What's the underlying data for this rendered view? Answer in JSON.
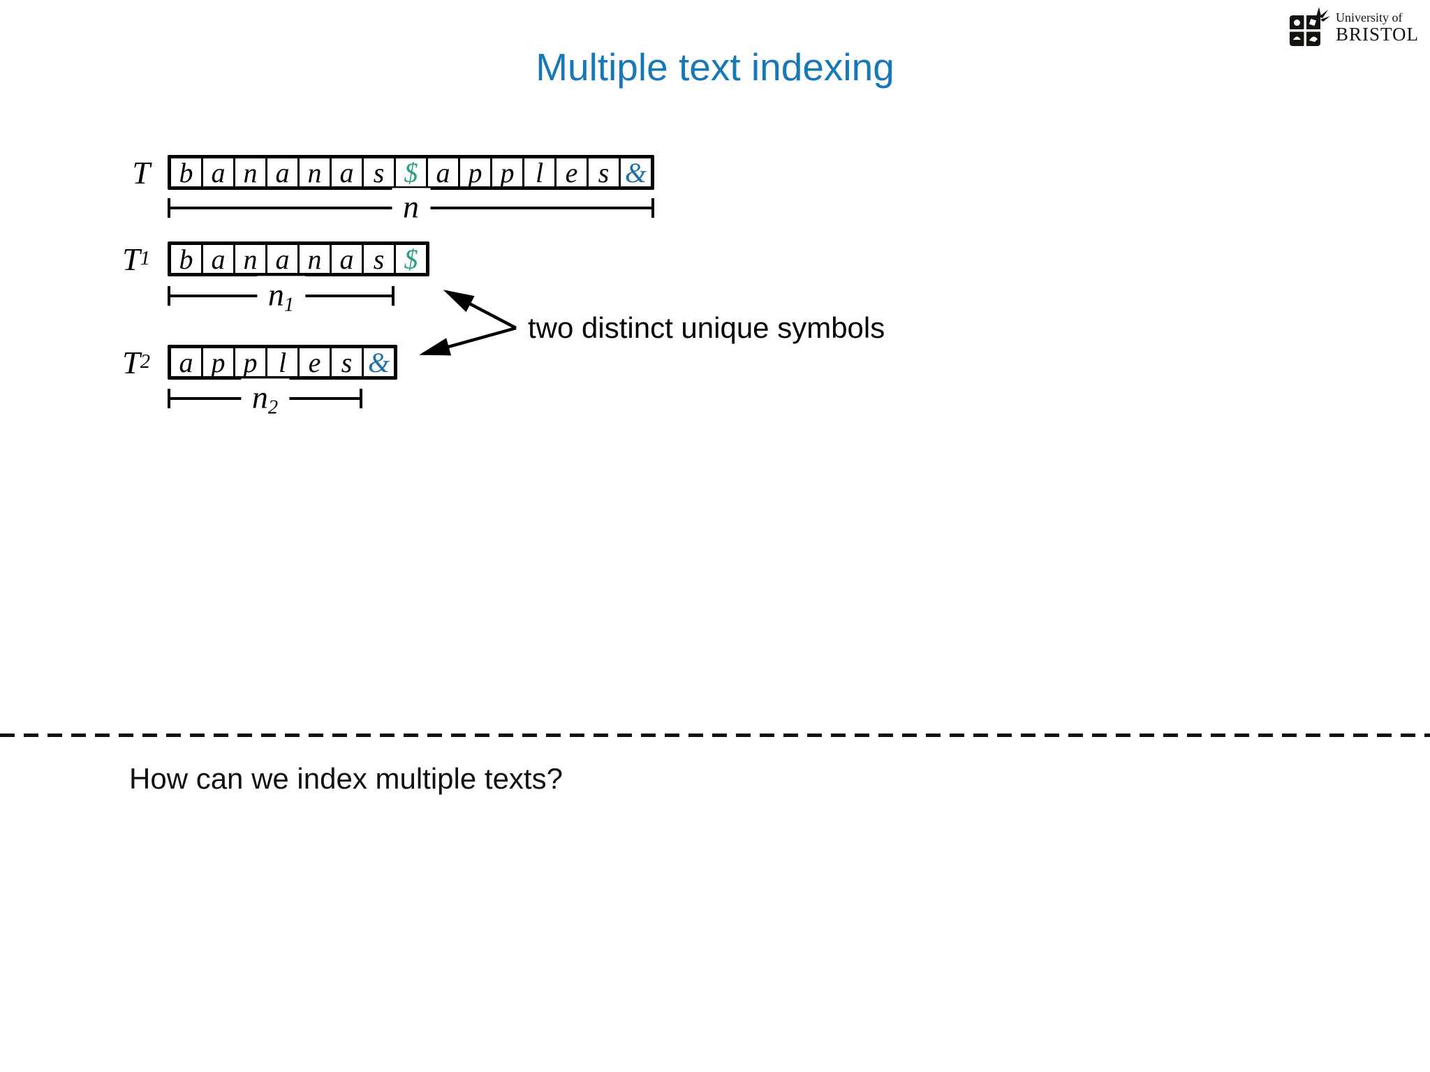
{
  "header": {
    "title": "Multiple text indexing",
    "title_color": "#1778b8",
    "logo": {
      "line1": "University of",
      "line2": "BRISTOL"
    }
  },
  "colors": {
    "dollar": "#2aa087",
    "amp": "#2071a8",
    "ink": "#000000"
  },
  "diagram": {
    "rows": [
      {
        "label": "T",
        "sub": "",
        "cells": [
          {
            "ch": "b"
          },
          {
            "ch": "a"
          },
          {
            "ch": "n"
          },
          {
            "ch": "a"
          },
          {
            "ch": "n"
          },
          {
            "ch": "a"
          },
          {
            "ch": "s"
          },
          {
            "ch": "$",
            "color": "dollar"
          },
          {
            "ch": "a"
          },
          {
            "ch": "p"
          },
          {
            "ch": "p"
          },
          {
            "ch": "l"
          },
          {
            "ch": "e"
          },
          {
            "ch": "s"
          },
          {
            "ch": "&",
            "color": "amp"
          }
        ],
        "measure": {
          "label": "n",
          "sub": "",
          "spanned": 15,
          "full_width": true
        }
      },
      {
        "label": "T",
        "sub": "1",
        "cells": [
          {
            "ch": "b"
          },
          {
            "ch": "a"
          },
          {
            "ch": "n"
          },
          {
            "ch": "a"
          },
          {
            "ch": "n"
          },
          {
            "ch": "a"
          },
          {
            "ch": "s"
          },
          {
            "ch": "$",
            "color": "dollar"
          }
        ],
        "measure": {
          "label": "n",
          "sub": "1",
          "spanned": 7,
          "full_width": false
        }
      },
      {
        "label": "T",
        "sub": "2",
        "cells": [
          {
            "ch": "a"
          },
          {
            "ch": "p"
          },
          {
            "ch": "p"
          },
          {
            "ch": "l"
          },
          {
            "ch": "e"
          },
          {
            "ch": "s"
          },
          {
            "ch": "&",
            "color": "amp"
          }
        ],
        "measure": {
          "label": "n",
          "sub": "2",
          "spanned": 6,
          "full_width": false
        }
      }
    ],
    "annotation": "two distinct unique symbols"
  },
  "footer": {
    "question": "How can we index multiple texts?"
  }
}
